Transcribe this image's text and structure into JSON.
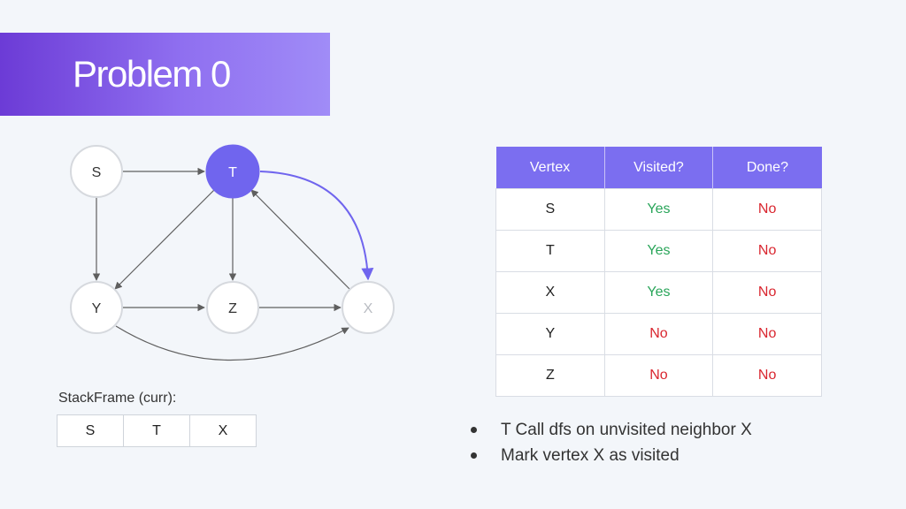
{
  "slide": {
    "title": "Problem 0"
  },
  "graph": {
    "nodes": [
      {
        "id": "S",
        "label": "S",
        "state": "normal"
      },
      {
        "id": "T",
        "label": "T",
        "state": "current"
      },
      {
        "id": "X",
        "label": "X",
        "state": "visiting"
      },
      {
        "id": "Y",
        "label": "Y",
        "state": "normal"
      },
      {
        "id": "Z",
        "label": "Z",
        "state": "normal"
      }
    ],
    "edges": [
      {
        "from": "S",
        "to": "T"
      },
      {
        "from": "S",
        "to": "Y"
      },
      {
        "from": "T",
        "to": "Y"
      },
      {
        "from": "T",
        "to": "Z"
      },
      {
        "from": "T",
        "to": "X",
        "highlight": true
      },
      {
        "from": "X",
        "to": "T"
      },
      {
        "from": "Y",
        "to": "Z"
      },
      {
        "from": "Z",
        "to": "X"
      },
      {
        "from": "Y",
        "to": "X"
      }
    ],
    "colors": {
      "current_fill": "#7065ee",
      "highlight_edge": "#7065ee",
      "node_stroke": "#d6d9de",
      "edge": "#5f5f5f"
    }
  },
  "table": {
    "headers": [
      "Vertex",
      "Visited?",
      "Done?"
    ],
    "rows": [
      {
        "vertex": "S",
        "visited": "Yes",
        "done": "No"
      },
      {
        "vertex": "T",
        "visited": "Yes",
        "done": "No"
      },
      {
        "vertex": "X",
        "visited": "Yes",
        "done": "No"
      },
      {
        "vertex": "Y",
        "visited": "No",
        "done": "No"
      },
      {
        "vertex": "Z",
        "visited": "No",
        "done": "No"
      }
    ]
  },
  "stack": {
    "label": "StackFrame (curr):",
    "frames": [
      "S",
      "T",
      "X"
    ]
  },
  "notes": [
    "T Call dfs on unvisited neighbor X",
    "Mark vertex X as visited"
  ]
}
